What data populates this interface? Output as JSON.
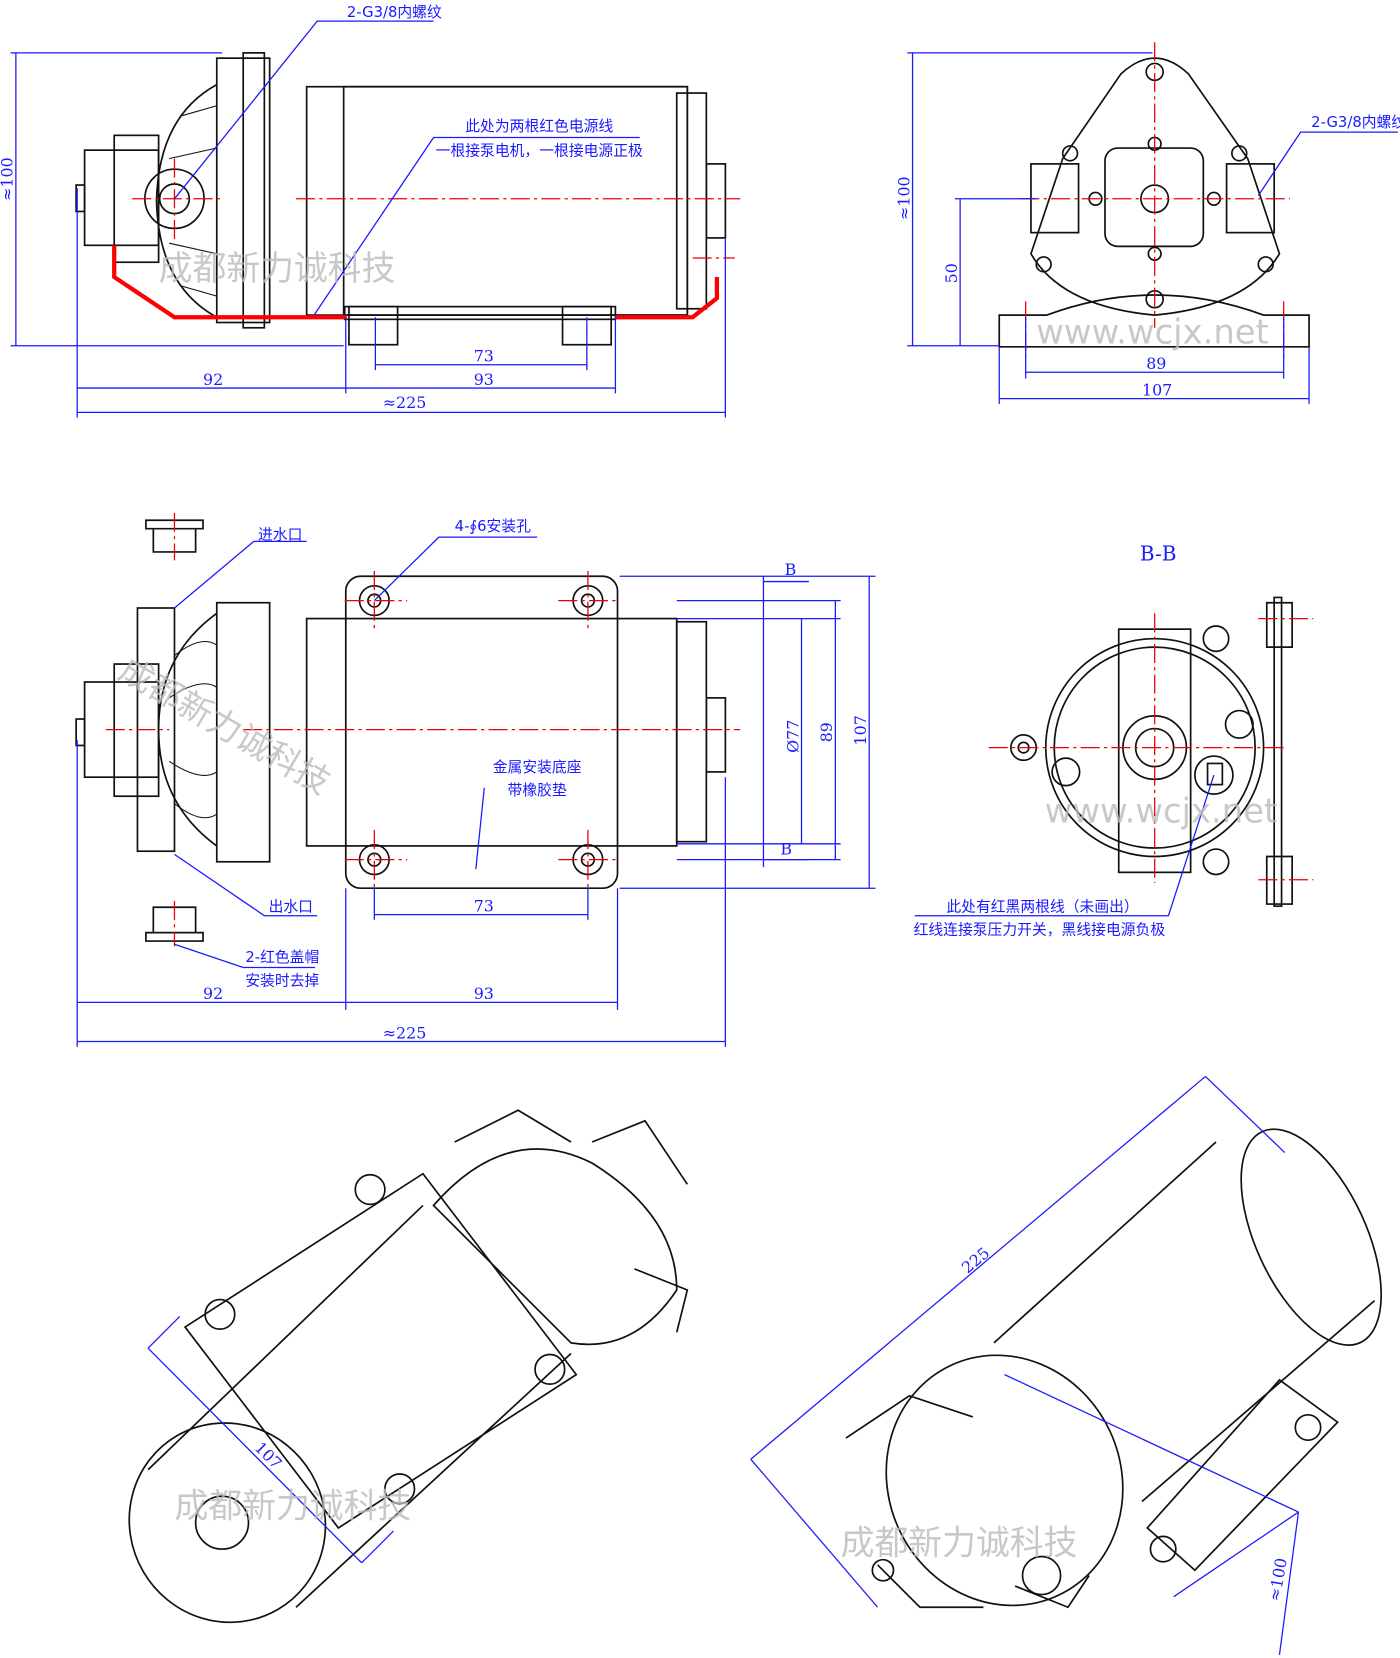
{
  "thread_label": "2-G3/8内螺纹",
  "wire_note": {
    "line1": "此处为两根红色电源线",
    "line2": "一根接泵电机，一根接电源正极"
  },
  "side_view": {
    "height": "≈100",
    "left": "92",
    "hole_span": "73",
    "base": "93",
    "total": "≈225"
  },
  "end_view": {
    "height": "≈100",
    "axis_height": "50",
    "hole_span": "89",
    "width": "107"
  },
  "top_view": {
    "inlet": "进水口",
    "outlet": "出水口",
    "holes": "4-∮6安装孔",
    "section_mark": "B",
    "dia": "Ø77",
    "inner_width": "89",
    "width": "107",
    "base_note": {
      "line1": "金属安装底座",
      "line2": "带橡胶垫"
    },
    "cap_note": {
      "line1": "2-红色盖帽",
      "line2": "安装时去掉"
    },
    "hole_span": "73",
    "left": "92",
    "base": "93",
    "total": "≈225"
  },
  "section_view": {
    "title": "B-B",
    "note": {
      "line1": "此处有红黑两根线（未画出）",
      "line2": "红线连接泵压力开关，黑线接电源负极"
    }
  },
  "iso_views": {
    "width": "107",
    "length": "225",
    "height": "≈100"
  },
  "watermark": {
    "cn": "成都新力诚科技",
    "web": "www.wcjx.net"
  }
}
